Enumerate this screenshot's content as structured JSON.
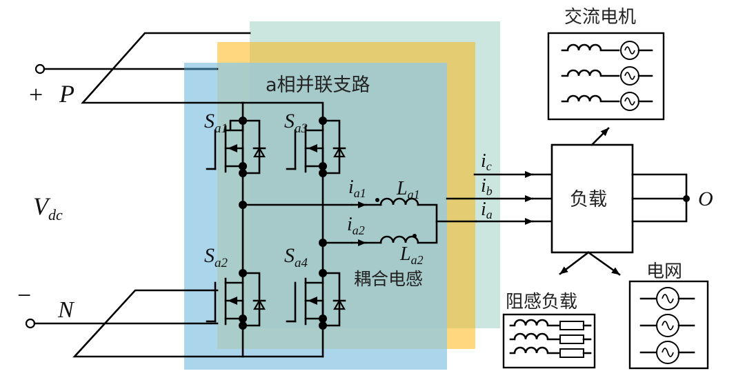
{
  "colors": {
    "layer_c": "#cbe5df",
    "layer_b": "#fed77f",
    "layer_a": "#a6cfe8",
    "wire": "#000000"
  },
  "labels": {
    "phase_branch": "a相并联支路",
    "coupled_inductor": "耦合电感",
    "load": "负载",
    "ac_motor": "交流电机",
    "rl_load": "阻感负载",
    "grid": "电网",
    "plus": "+",
    "minus": "−",
    "P": "P",
    "N": "N",
    "Vdc_main": "V",
    "Vdc_sub": "dc",
    "O": "O"
  },
  "switches": [
    {
      "main": "S",
      "sub": "a1"
    },
    {
      "main": "S",
      "sub": "a3"
    },
    {
      "main": "S",
      "sub": "a2"
    },
    {
      "main": "S",
      "sub": "a4"
    }
  ],
  "inductors": [
    {
      "main": "L",
      "sub": "a1"
    },
    {
      "main": "L",
      "sub": "a2"
    }
  ],
  "currents": [
    {
      "main": "i",
      "sub": "a1"
    },
    {
      "main": "i",
      "sub": "a2"
    },
    {
      "main": "i",
      "sub": "c"
    },
    {
      "main": "i",
      "sub": "b"
    },
    {
      "main": "i",
      "sub": "a"
    }
  ]
}
